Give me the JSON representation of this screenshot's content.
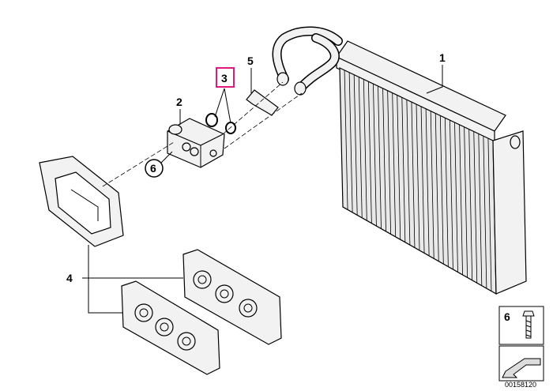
{
  "callouts": {
    "c1": "1",
    "c2": "2",
    "c3": "3",
    "c4": "4",
    "c5": "5",
    "c6": "6"
  },
  "legend": {
    "number": "6"
  },
  "reference": "00158120",
  "colors": {
    "highlight": "#e0197d",
    "line": "#000000",
    "part_fill": "#f2f2f2"
  }
}
